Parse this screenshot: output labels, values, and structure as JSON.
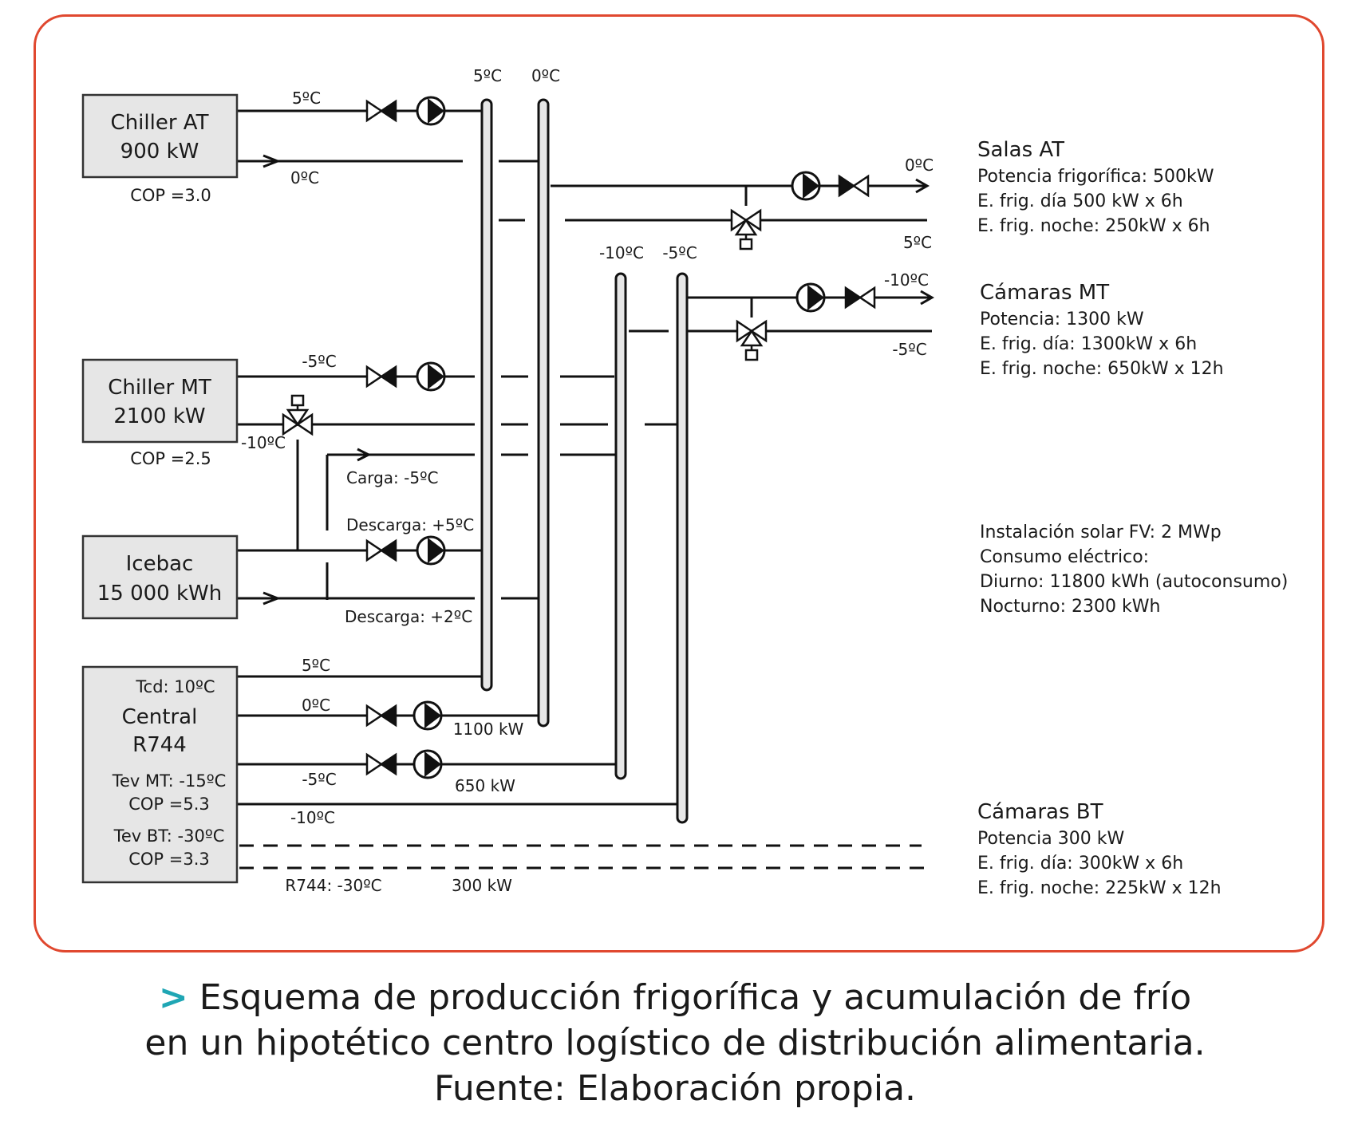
{
  "colors": {
    "frame_border": "#e0482f",
    "caption_marker": "#1fa6b4",
    "box_fill": "#e6e6e6",
    "pipe_fill": "#e6e6e6",
    "line": "#111111"
  },
  "icons": [
    "check-valve-icon",
    "pump-icon",
    "three-way-valve-icon"
  ],
  "equipment": {
    "chiller_at": {
      "name": "Chiller AT",
      "power": "900 kW",
      "cop": "COP =3.0"
    },
    "chiller_mt": {
      "name": "Chiller MT",
      "power": "2100 kW",
      "cop": "COP =2.5"
    },
    "icebac": {
      "name": "Icebac",
      "capacity": "15 000 kWh"
    },
    "central": {
      "tcd": "Tcd: 10ºC",
      "name_1": "Central",
      "name_2": "R744",
      "tev_mt": "Tev MT: -15ºC",
      "cop_mt": "COP =5.3",
      "tev_bt": "Tev BT: -30ºC",
      "cop_bt": "COP =3.3"
    }
  },
  "collectors": {
    "c1": "5ºC",
    "c2": "0ºC",
    "c3": "-10ºC",
    "c4": "-5ºC"
  },
  "line_labels": {
    "at_supply": "5ºC",
    "at_return": "0ºC",
    "mt_supply": "-5ºC",
    "mt_return": "-10ºC",
    "carga": "Carga: -5ºC",
    "descarga_supply": "Descarga: +5ºC",
    "descarga_return": "Descarga: +2ºC",
    "central_5": "5ºC",
    "central_0": "0ºC",
    "central_0_power": "1100 kW",
    "central_m5": "-5ºC",
    "central_m5_power": "650 kW",
    "central_m10": "-10ºC",
    "r744": "R744: -30ºC",
    "r744_power": "300 kW",
    "salas_supply": "0ºC",
    "salas_return": "5ºC",
    "camaras_mt_supply": "-10ºC",
    "camaras_mt_return": "-5ºC"
  },
  "consumers": {
    "salas_at": {
      "title": "Salas AT",
      "lines": [
        "Potencia frigorífica: 500kW",
        "E. frig. día 500 kW x 6h",
        "E. frig. noche: 250kW x 6h"
      ]
    },
    "camaras_mt": {
      "title": "Cámaras MT",
      "lines": [
        "Potencia: 1300 kW",
        "E. frig. día: 1300kW x 6h",
        "E. frig. noche: 650kW x 12h"
      ]
    },
    "camaras_bt": {
      "title": "Cámaras BT",
      "lines": [
        "Potencia 300 kW",
        "E. frig. día: 300kW x 6h",
        "E. frig. noche: 225kW x 12h"
      ]
    }
  },
  "solar": {
    "lines": [
      "Instalación solar FV: 2 MWp",
      "Consumo eléctrico:",
      "Diurno: 11800 kWh (autoconsumo)",
      "Nocturno: 2300 kWh"
    ]
  },
  "caption": {
    "marker": ">",
    "line1": "Esquema de producción frigorífica y acumulación de frío",
    "line2": "en un hipotético centro logístico de distribución alimentaria.",
    "line3": "Fuente: Elaboración propia."
  }
}
